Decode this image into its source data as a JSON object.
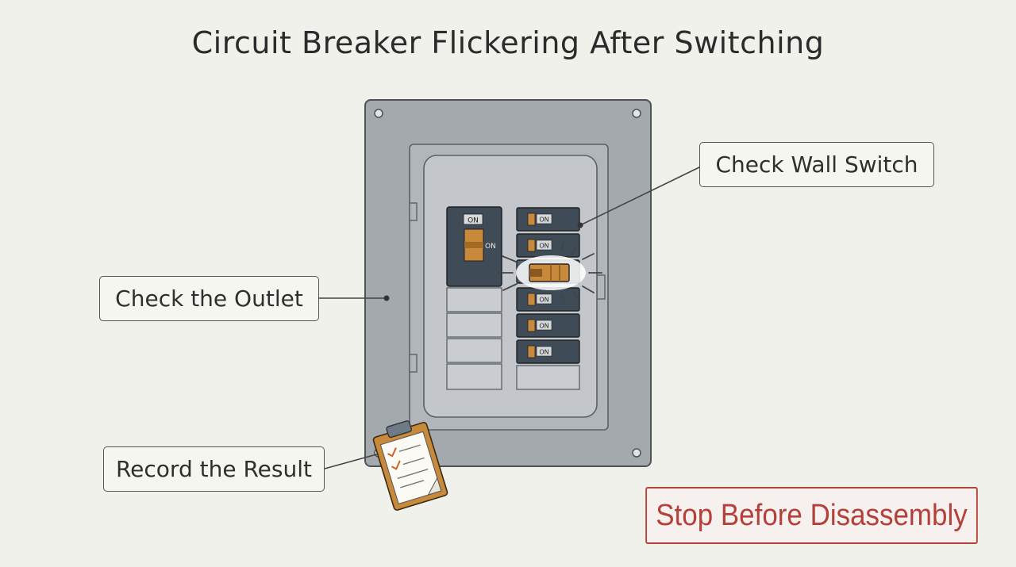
{
  "title": "Circuit Breaker Flickering After Switching",
  "labels": {
    "check_wall_switch": "Check Wall Switch",
    "check_outlet": "Check the Outlet",
    "record_result": "Record the Result",
    "stop": "Stop Before Disassembly"
  },
  "breakers": {
    "main_on": "ON",
    "main_side_on": "ON",
    "switch_on": "ON"
  },
  "icons": {
    "clipboard": "clipboard-checklist-icon",
    "flicker": "flicker-spark-icon"
  },
  "colors": {
    "panel": "#a4a9ad",
    "breaker": "#3f4b57",
    "toggle": "#c88a3a",
    "warning": "#b5403a"
  }
}
